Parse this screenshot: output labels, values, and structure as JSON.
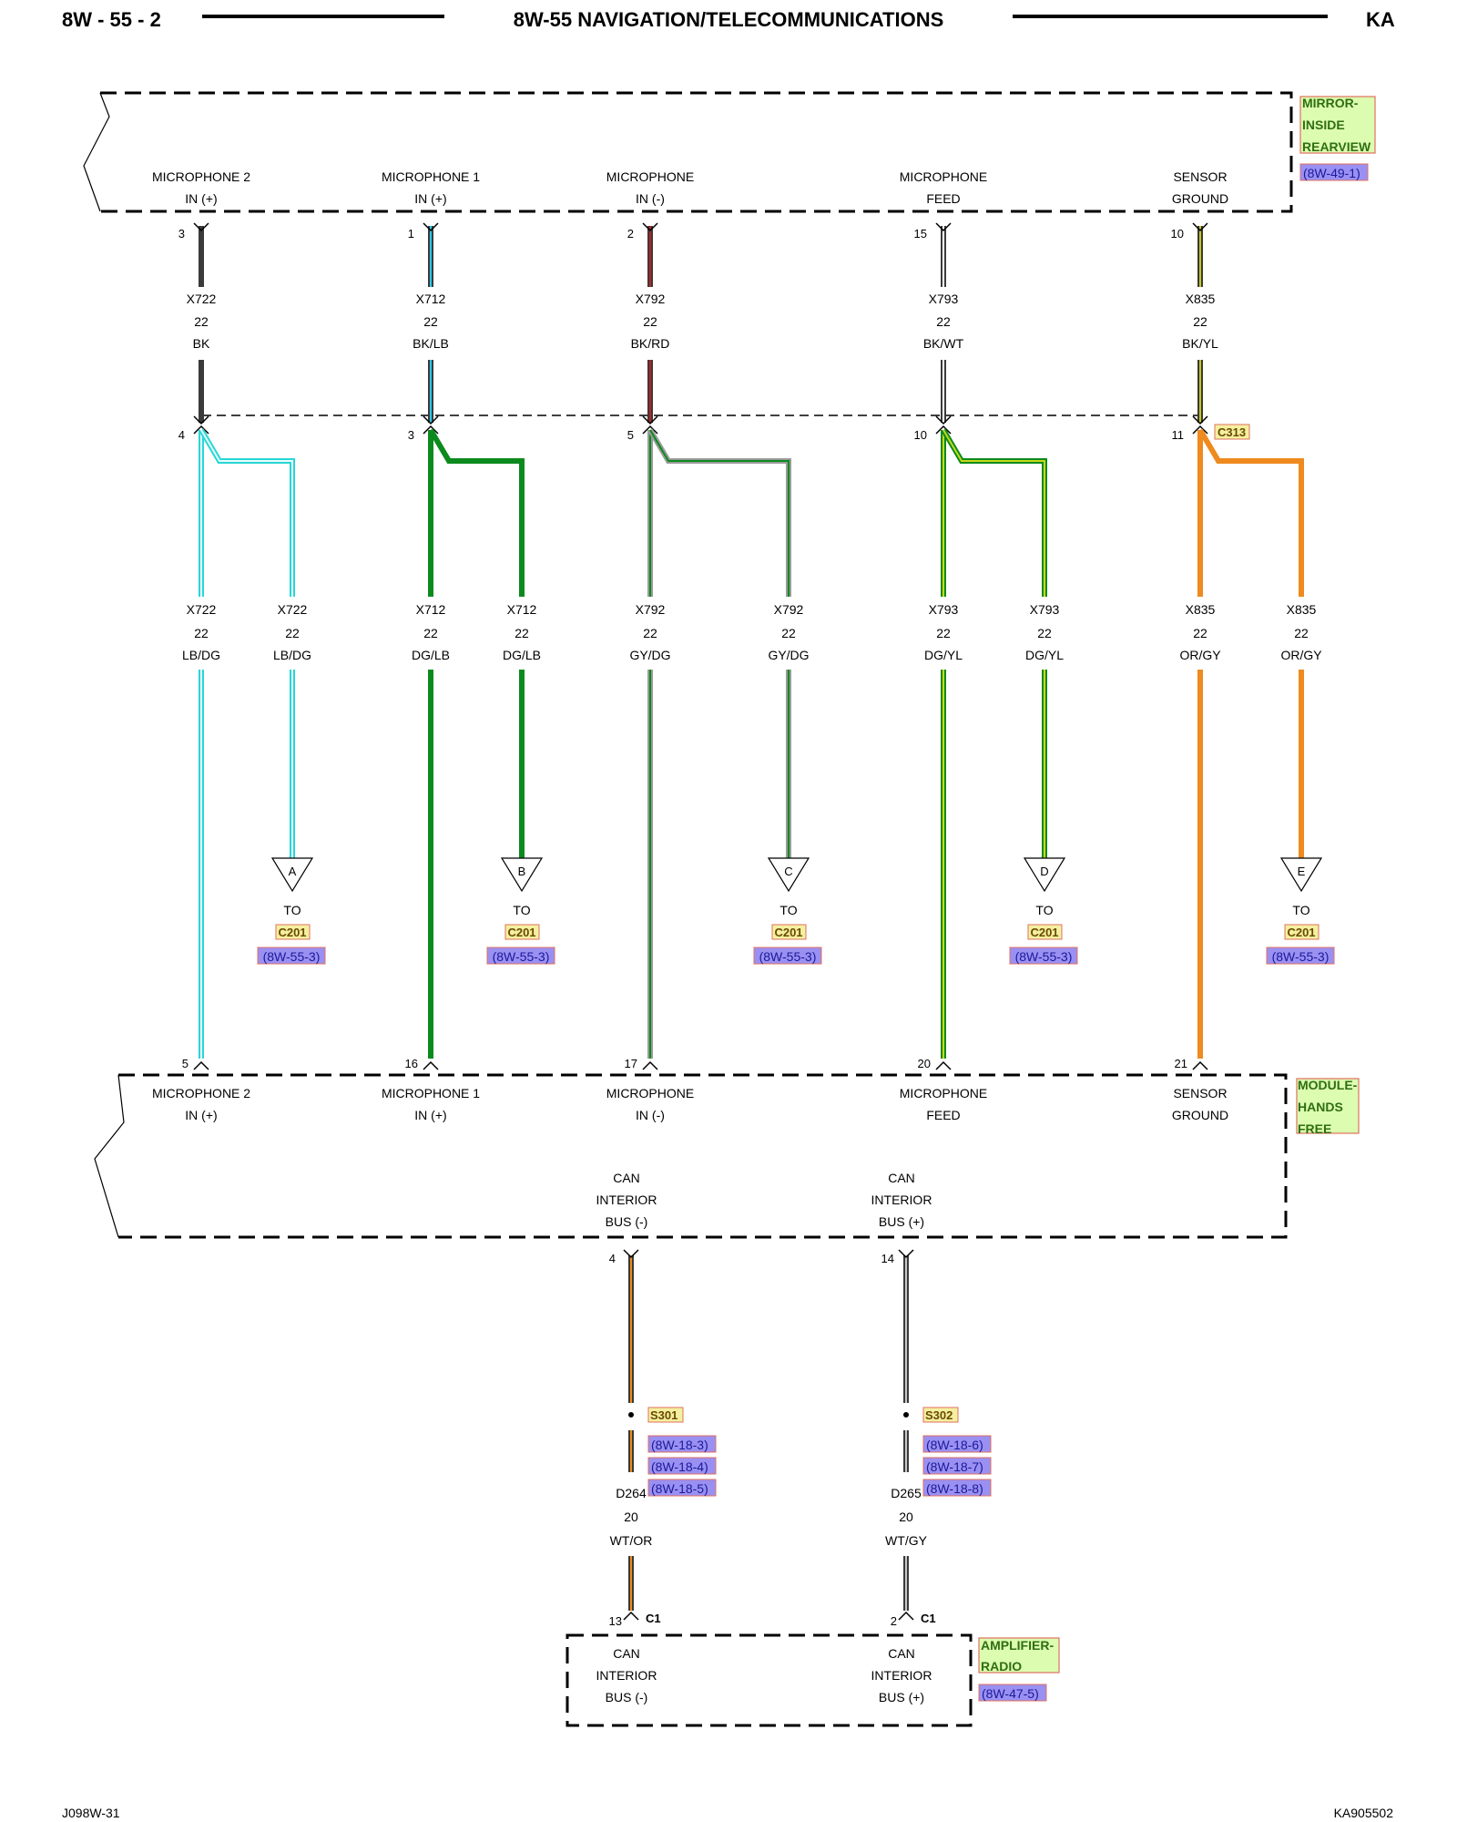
{
  "header": {
    "page_id": "8W - 55 - 2",
    "title": "8W-55 NAVIGATION/TELECOMMUNICATIONS",
    "code": "KA"
  },
  "footer": {
    "left": "J098W-31",
    "right": "KA905502"
  },
  "mirror": {
    "name_lines": [
      "MIRROR-",
      "INSIDE",
      "REARVIEW"
    ],
    "ref": "(8W-49-1)"
  },
  "module": {
    "name_lines": [
      "MODULE-",
      "HANDS",
      "FREE"
    ],
    "can_neg_lines": [
      "CAN",
      "INTERIOR",
      "BUS (-)"
    ],
    "can_pos_lines": [
      "CAN",
      "INTERIOR",
      "BUS (+)"
    ],
    "can_neg_pin": "4",
    "can_pos_pin": "14"
  },
  "amplifier": {
    "name_lines": [
      "AMPLIFIER-",
      "RADIO"
    ],
    "ref": "(8W-47-5)",
    "can_neg_lines": [
      "CAN",
      "INTERIOR",
      "BUS (-)"
    ],
    "can_pos_lines": [
      "CAN",
      "INTERIOR",
      "BUS (+)"
    ],
    "can_neg_pin": "13",
    "can_pos_pin": "2",
    "connector": "C1"
  },
  "splice_c313": "C313",
  "circuits": [
    {
      "label_lines": [
        "MICROPHONE 2",
        "IN (+)"
      ],
      "mirror_pin": "3",
      "top_wire": [
        "X722",
        "22",
        "BK"
      ],
      "c313_pin": "4",
      "bottom_wire": [
        "X722",
        "22",
        "LB/DG"
      ],
      "branch_wire": [
        "X722",
        "22",
        "LB/DG"
      ],
      "module_pin": "5",
      "module_label_lines": [
        "MICROPHONE 2",
        "IN (+)"
      ],
      "arrow_letter": "A",
      "to_text": "TO",
      "to_connector": "C201",
      "to_ref": "(8W-55-3)"
    },
    {
      "label_lines": [
        "MICROPHONE 1",
        "IN (+)"
      ],
      "mirror_pin": "1",
      "top_wire": [
        "X712",
        "22",
        "BK/LB"
      ],
      "c313_pin": "3",
      "bottom_wire": [
        "X712",
        "22",
        "DG/LB"
      ],
      "branch_wire": [
        "X712",
        "22",
        "DG/LB"
      ],
      "module_pin": "16",
      "module_label_lines": [
        "MICROPHONE 1",
        "IN (+)"
      ],
      "arrow_letter": "B",
      "to_text": "TO",
      "to_connector": "C201",
      "to_ref": "(8W-55-3)"
    },
    {
      "label_lines": [
        "MICROPHONE",
        "IN (-)"
      ],
      "mirror_pin": "2",
      "top_wire": [
        "X792",
        "22",
        "BK/RD"
      ],
      "c313_pin": "5",
      "bottom_wire": [
        "X792",
        "22",
        "GY/DG"
      ],
      "branch_wire": [
        "X792",
        "22",
        "GY/DG"
      ],
      "module_pin": "17",
      "module_label_lines": [
        "MICROPHONE",
        "IN (-)"
      ],
      "arrow_letter": "C",
      "to_text": "TO",
      "to_connector": "C201",
      "to_ref": "(8W-55-3)"
    },
    {
      "label_lines": [
        "MICROPHONE",
        "FEED"
      ],
      "mirror_pin": "15",
      "top_wire": [
        "X793",
        "22",
        "BK/WT"
      ],
      "c313_pin": "10",
      "bottom_wire": [
        "X793",
        "22",
        "DG/YL"
      ],
      "branch_wire": [
        "X793",
        "22",
        "DG/YL"
      ],
      "module_pin": "20",
      "module_label_lines": [
        "MICROPHONE",
        "FEED"
      ],
      "arrow_letter": "D",
      "to_text": "TO",
      "to_connector": "C201",
      "to_ref": "(8W-55-3)"
    },
    {
      "label_lines": [
        "SENSOR",
        "GROUND"
      ],
      "mirror_pin": "10",
      "top_wire": [
        "X835",
        "22",
        "BK/YL"
      ],
      "c313_pin": "11",
      "bottom_wire": [
        "X835",
        "22",
        "OR/GY"
      ],
      "branch_wire": [
        "X835",
        "22",
        "OR/GY"
      ],
      "module_pin": "21",
      "module_label_lines": [
        "SENSOR",
        "GROUND"
      ],
      "arrow_letter": "E",
      "to_text": "TO",
      "to_connector": "C201",
      "to_ref": "(8W-55-3)"
    }
  ],
  "can_wires": [
    {
      "splice": "S301",
      "refs": [
        "(8W-18-3)",
        "(8W-18-4)",
        "(8W-18-5)"
      ],
      "wire": [
        "D264",
        "20",
        "WT/OR"
      ]
    },
    {
      "splice": "S302",
      "refs": [
        "(8W-18-6)",
        "(8W-18-7)",
        "(8W-18-8)"
      ],
      "wire": [
        "D265",
        "20",
        "WT/GY"
      ]
    }
  ],
  "colors": {
    "black": "#3a3a3a",
    "light_blue": "#29d6d6",
    "dark_green": "#0c8a1e",
    "gray_green": "#9a9a9a",
    "green_yellow": "#2e9a10",
    "orange": "#ee8a1e",
    "red": "#c02020",
    "component_fill": "#dcfcb0",
    "ref_fill": "#9a90f2",
    "splice_fill": "#f4f0a0"
  }
}
